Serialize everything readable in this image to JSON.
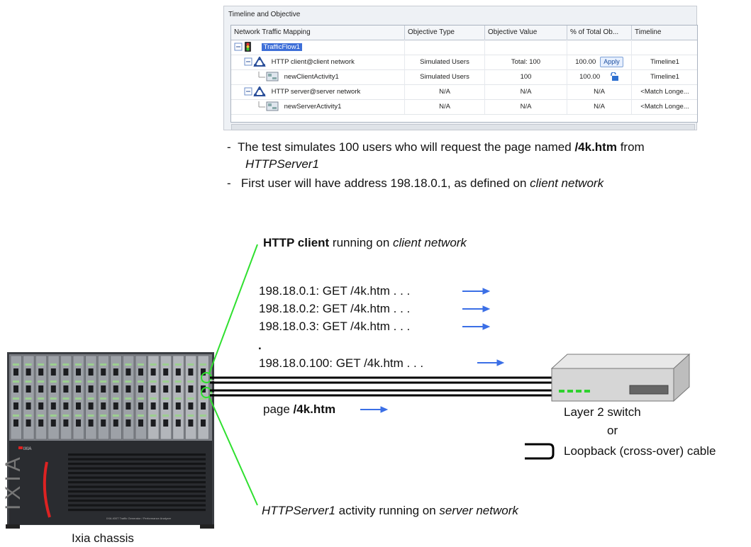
{
  "panel": {
    "title": "Timeline and Objective",
    "columns": [
      "Network Traffic Mapping",
      "Objective Type",
      "Objective Value",
      "% of Total Ob...",
      "Timeline"
    ],
    "rows": [
      {
        "name": "TrafficFlow1",
        "type": "",
        "value": "",
        "pct": "",
        "timeline": ""
      },
      {
        "name": "HTTP client@client network",
        "type": "Simulated Users",
        "value": "Total: 100",
        "pct": "100.00",
        "action": "Apply",
        "timeline": "Timeline1"
      },
      {
        "name": "newClientActivity1",
        "type": "Simulated Users",
        "value": "100",
        "pct": "100.00",
        "timeline": "Timeline1"
      },
      {
        "name": "HTTP server@server network",
        "type": "N/A",
        "value": "N/A",
        "pct": "N/A",
        "timeline": "<Match Longe..."
      },
      {
        "name": "newServerActivity1",
        "type": "N/A",
        "value": "N/A",
        "pct": "N/A",
        "timeline": "<Match Longe..."
      }
    ]
  },
  "notes": {
    "n1_dash": "-",
    "n1_a": "The test simulates 100 users who will request the page named ",
    "n1_b": "/4k.htm",
    "n1_c": " from",
    "n1_d": "HTTPServer1",
    "n2_dash": "-",
    "n2_a": "First user will have address 198.18.0.1, as defined on ",
    "n2_b": "client network"
  },
  "diagram": {
    "client_label_bold": "HTTP client",
    "client_label_mid": " running on ",
    "client_label_it": "client network",
    "requests": [
      "198.18.0.1: GET  /4k.htm  . . .",
      "198.18.0.2: GET  /4k.htm  . . .",
      "198.18.0.3: GET  /4k.htm  . . ."
    ],
    "dot": ".",
    "last_request": "198.18.0.100: GET  /4k.htm  . . .",
    "page_label_a": "page  ",
    "page_label_b": "/4k.htm",
    "switch_label": "Layer 2 switch",
    "or_label": "or",
    "loopback_label": "Loopback (cross-over) cable",
    "server_label_it1": "HTTPServer1",
    "server_label_mid": " activity running on ",
    "server_label_it2": "server network",
    "chassis_label": "Ixia chassis",
    "chassis_brand": "IXIA",
    "chassis_small": "IXIA",
    "chassis_caption": "IXIA 400T Traffic Generator / Performance Analyzer"
  },
  "colors": {
    "green_line": "#2fe02f",
    "arrow_blue": "#3b6fe6",
    "selection": "#3e6fd8"
  }
}
